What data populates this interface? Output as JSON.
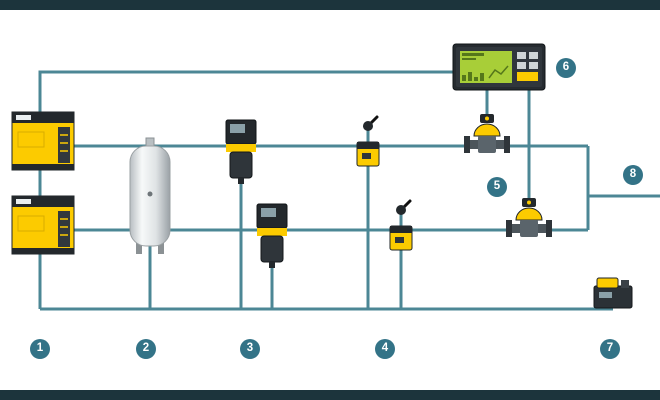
{
  "colors": {
    "pipe_teal": "#4c8795",
    "badge_teal": "#337387",
    "component_yellow": "#fccb00",
    "component_dark": "#23282c",
    "frame_band_dark": "#1c343c",
    "controller_screen_green": "#a8ce38",
    "tank_silver": "#dfe3e5",
    "background": "#ffffff"
  },
  "badges": [
    {
      "n": "1"
    },
    {
      "n": "2"
    },
    {
      "n": "3"
    },
    {
      "n": "4"
    },
    {
      "n": "5"
    },
    {
      "n": "6"
    },
    {
      "n": "7"
    },
    {
      "n": "8"
    }
  ]
}
